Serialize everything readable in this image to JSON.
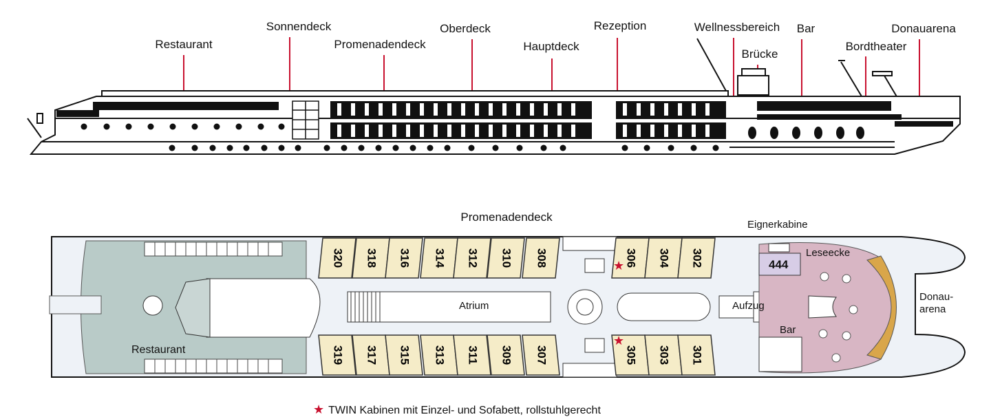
{
  "side_view": {
    "labels": {
      "restaurant": "Restaurant",
      "sonnendeck": "Sonnendeck",
      "promenadendeck": "Promenadendeck",
      "oberdeck": "Oberdeck",
      "hauptdeck": "Hauptdeck",
      "rezeption": "Rezeption",
      "wellness": "Wellnessbereich",
      "bar": "Bar",
      "bruecke": "Brücke",
      "bordtheater": "Bordtheater",
      "donauarena": "Donauarena"
    }
  },
  "deck_plan": {
    "title": "Promenadendeck",
    "areas": {
      "restaurant": "Restaurant",
      "atrium": "Atrium",
      "aufzug": "Aufzug",
      "bar": "Bar",
      "leseecke": "Leseecke",
      "eignerkabine": "Eignerkabine",
      "donauarena_line1": "Donau-",
      "donauarena_line2": "arena"
    },
    "top_cabins": [
      "320",
      "318",
      "316",
      "314",
      "312",
      "310",
      "308",
      "306",
      "304",
      "302"
    ],
    "bottom_cabins": [
      "319",
      "317",
      "315",
      "313",
      "311",
      "309",
      "307",
      "305",
      "303",
      "301"
    ],
    "owner_cabin": "444",
    "twin_cabins": [
      "306",
      "305"
    ]
  },
  "legend": {
    "text": "TWIN Kabinen mit Einzel- und Sofabett, rollstuhlgerecht"
  },
  "colors": {
    "accent_red": "#c8102e",
    "cabin_fill": "#f5ecc8",
    "restaurant_fill": "#b9cbc8",
    "bar_fill": "#d8b6c4",
    "theater_fill": "#d9a64a",
    "owner_fill": "#d7cde6",
    "hull_fill": "#eef2f7"
  }
}
